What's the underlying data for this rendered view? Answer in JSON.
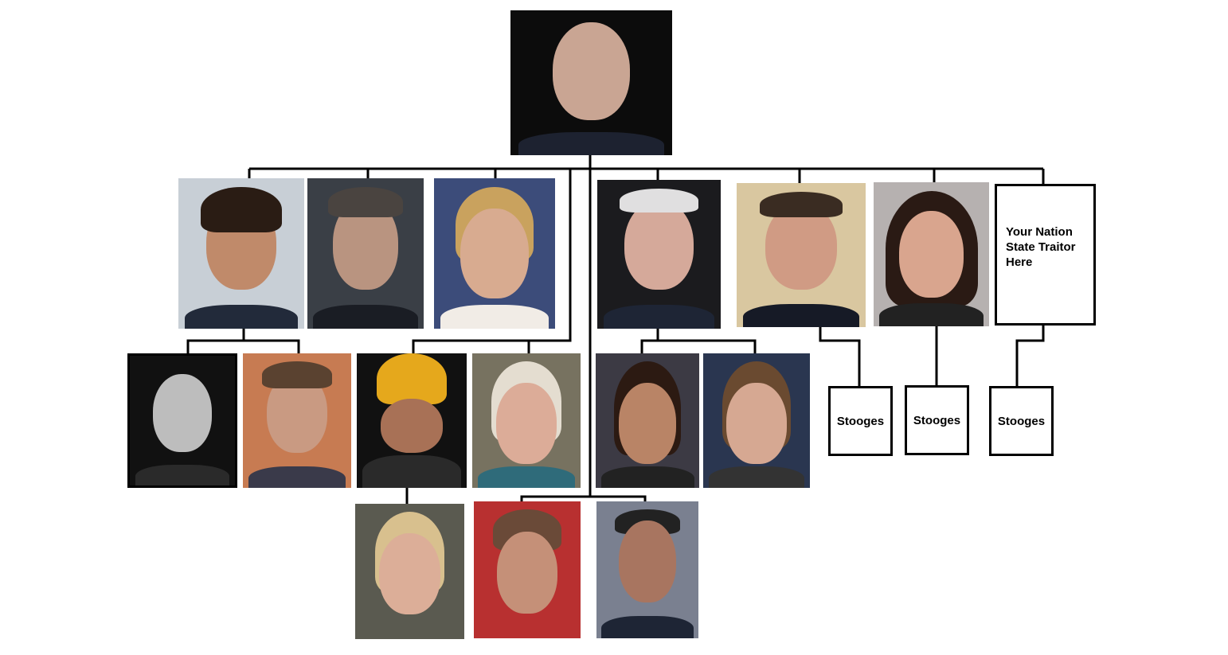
{
  "placeholder_box": {
    "text": "Your Nation State Traitor Here"
  },
  "stooge_boxes": [
    "Stooges",
    "Stooges",
    "Stooges"
  ],
  "colors": {
    "line": "#000000",
    "background": "#ffffff"
  }
}
